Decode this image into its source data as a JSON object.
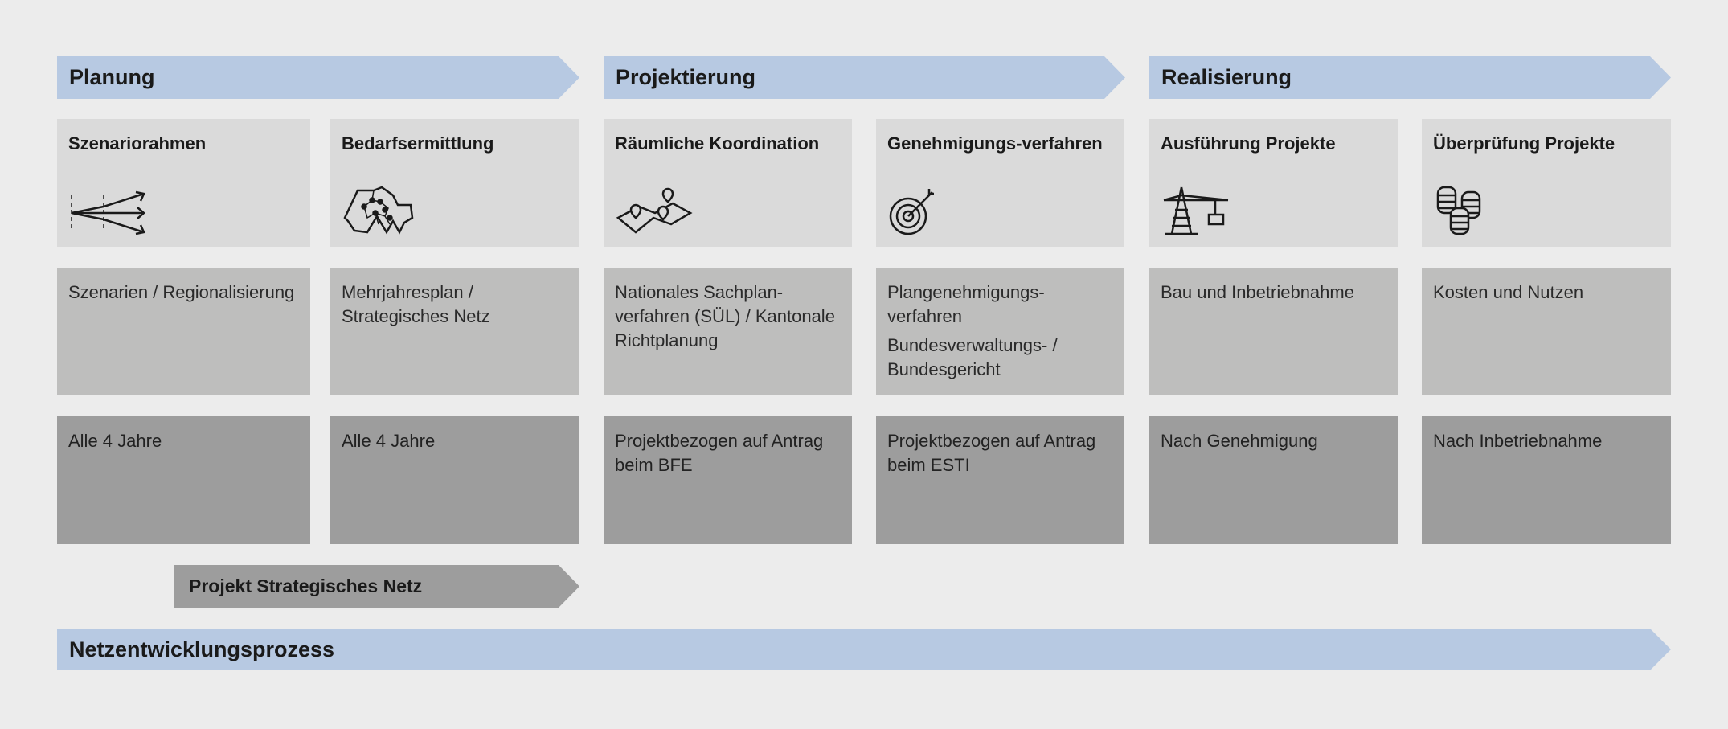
{
  "phases": [
    "Planung",
    "Projektierung",
    "Realisierung"
  ],
  "columns": [
    {
      "title": "Szenariorahmen",
      "icon": "diverging-arrows-icon",
      "content": [
        "Szenarien / Regionalisierung"
      ],
      "frequency": "Alle 4 Jahre"
    },
    {
      "title": "Bedarfsermittlung",
      "icon": "network-map-icon",
      "content": [
        "Mehrjahresplan / Strategisches Netz"
      ],
      "frequency": "Alle 4 Jahre"
    },
    {
      "title": "Räumliche Koordination",
      "icon": "map-pins-icon",
      "content": [
        "Nationales Sachplan-verfahren (SÜL) / Kantonale Richtplanung"
      ],
      "frequency": "Projektbezogen auf Antrag beim BFE"
    },
    {
      "title": "Genehmigungs-verfahren",
      "icon": "target-icon",
      "content": [
        "Plangenehmigungs-verfahren",
        "Bundesverwaltungs- / Bundesgericht"
      ],
      "frequency": "Projektbezogen auf Antrag beim ESTI"
    },
    {
      "title": "Ausführung Projekte",
      "icon": "crane-pylon-icon",
      "content": [
        "Bau und Inbetriebnahme"
      ],
      "frequency": "Nach Genehmigung"
    },
    {
      "title": "Überprüfung Projekte",
      "icon": "coins-icon",
      "content": [
        "Kosten und Nutzen"
      ],
      "frequency": "Nach Inbetriebnahme"
    }
  ],
  "strategic_project": "Projekt Strategisches Netz",
  "process": "Netzentwicklungsprozess"
}
